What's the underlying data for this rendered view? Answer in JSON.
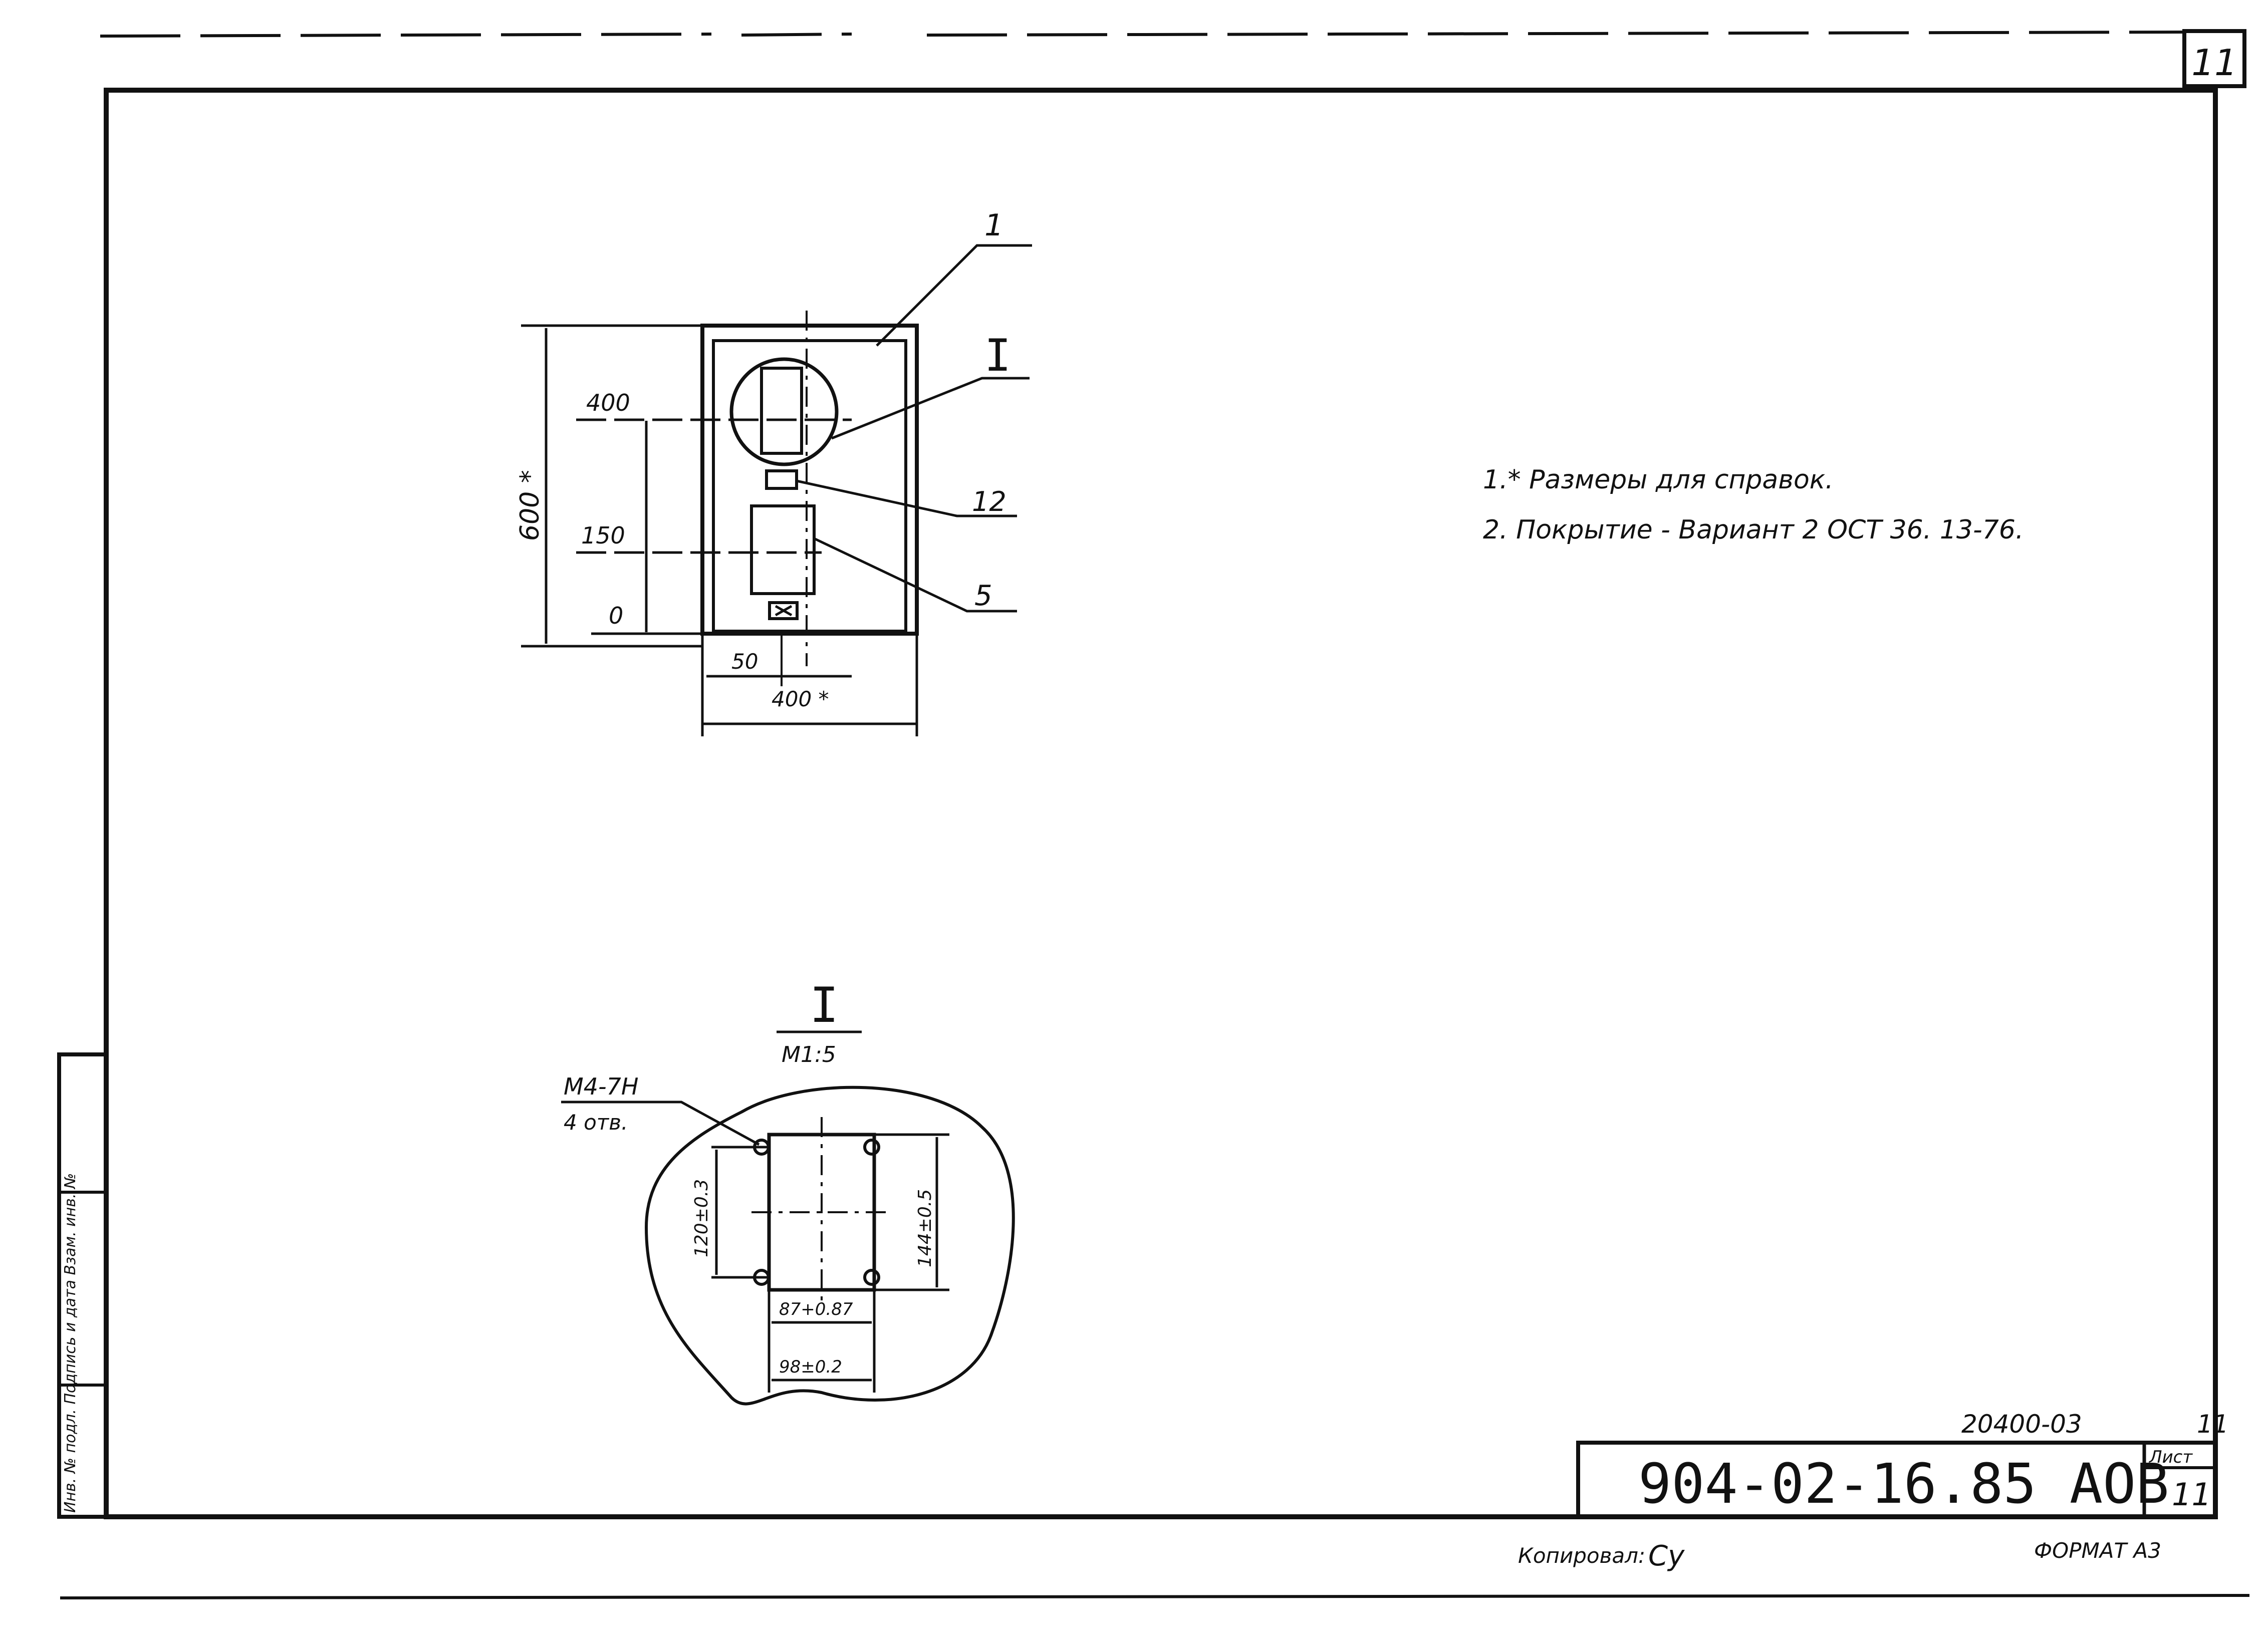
{
  "sheet": {
    "corner_sheet_number": "11",
    "format_label": "ФОРМАТ А3",
    "copied_by_label": "Копировал:",
    "copied_by_mark": "Cy"
  },
  "notes": [
    "1.* Размеры для справок.",
    "2. Покрытие - Вариант 2  ОСТ 36. 13-76."
  ],
  "title_block": {
    "inventory_number": "20400-03",
    "inventory_sheet": "11",
    "designation": "904-02-16.85  АОВ",
    "sheet_label": "Лист",
    "sheet_number": "11"
  },
  "side_stamp": {
    "text": "Инв. № подл.   Подпись и дата   Взам. инв. №"
  },
  "main_view": {
    "height_dim": "600 *",
    "width_dim": "400 *",
    "offset_dim": "50",
    "level_400": "400",
    "level_150": "150",
    "level_0": "0",
    "leader_1": "1",
    "leader_detail": "I",
    "leader_12": "12",
    "leader_5": "5"
  },
  "detail_view": {
    "title": "I",
    "scale": "М1:5",
    "thread": "М4-7Н",
    "holes": "4 отв.",
    "dim_inner_height": "120±0.3",
    "dim_outer_height": "144±0.5",
    "dim_inner_width": "87+0.87",
    "dim_outer_width": "98±0.2"
  }
}
